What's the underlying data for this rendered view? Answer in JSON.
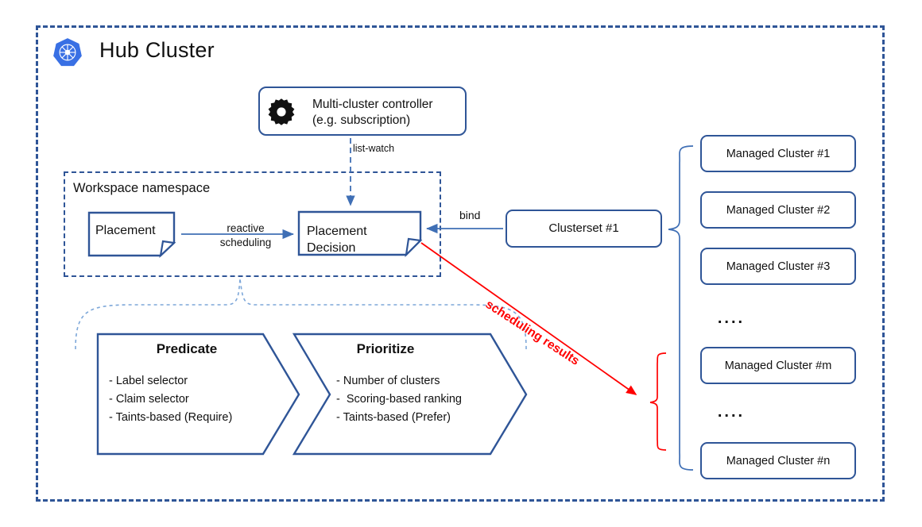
{
  "diagram": {
    "title": "Hub Cluster",
    "logo_icon": "kubernetes-icon"
  },
  "controller": {
    "icon": "gear-icon",
    "line1": "Multi-cluster controller",
    "line2": "(e.g. subscription)"
  },
  "edges": {
    "list_watch": "list-watch",
    "reactive_line1": "reactive",
    "reactive_line2": "scheduling",
    "bind": "bind",
    "scheduling_results": "scheduling results"
  },
  "workspace": {
    "label": "Workspace namespace",
    "placement": "Placement",
    "placement_decision_line1": "Placement",
    "placement_decision_line2": "Decision"
  },
  "clusterset": {
    "label": "Clusterset #1"
  },
  "managed_clusters": {
    "ellipsis": "....",
    "items": [
      {
        "label": "Managed Cluster #1"
      },
      {
        "label": "Managed Cluster #2"
      },
      {
        "label": "Managed Cluster #3"
      },
      {
        "label": "Managed Cluster #m"
      },
      {
        "label": "Managed Cluster #n"
      }
    ]
  },
  "pipeline": {
    "predicate": {
      "title": "Predicate",
      "items": "- Label selector\n- Claim selector\n- Taints-based (Require)"
    },
    "prioritize": {
      "title": "Prioritize",
      "items": "- Number of clusters\n-  Scoring-based ranking\n- Taints-based (Prefer)"
    }
  },
  "colors": {
    "frame_blue": "#2f5597",
    "kubernetes_blue": "#3970e4",
    "accent_red": "#ff0000",
    "light_brace_blue": "#7da7d9"
  }
}
